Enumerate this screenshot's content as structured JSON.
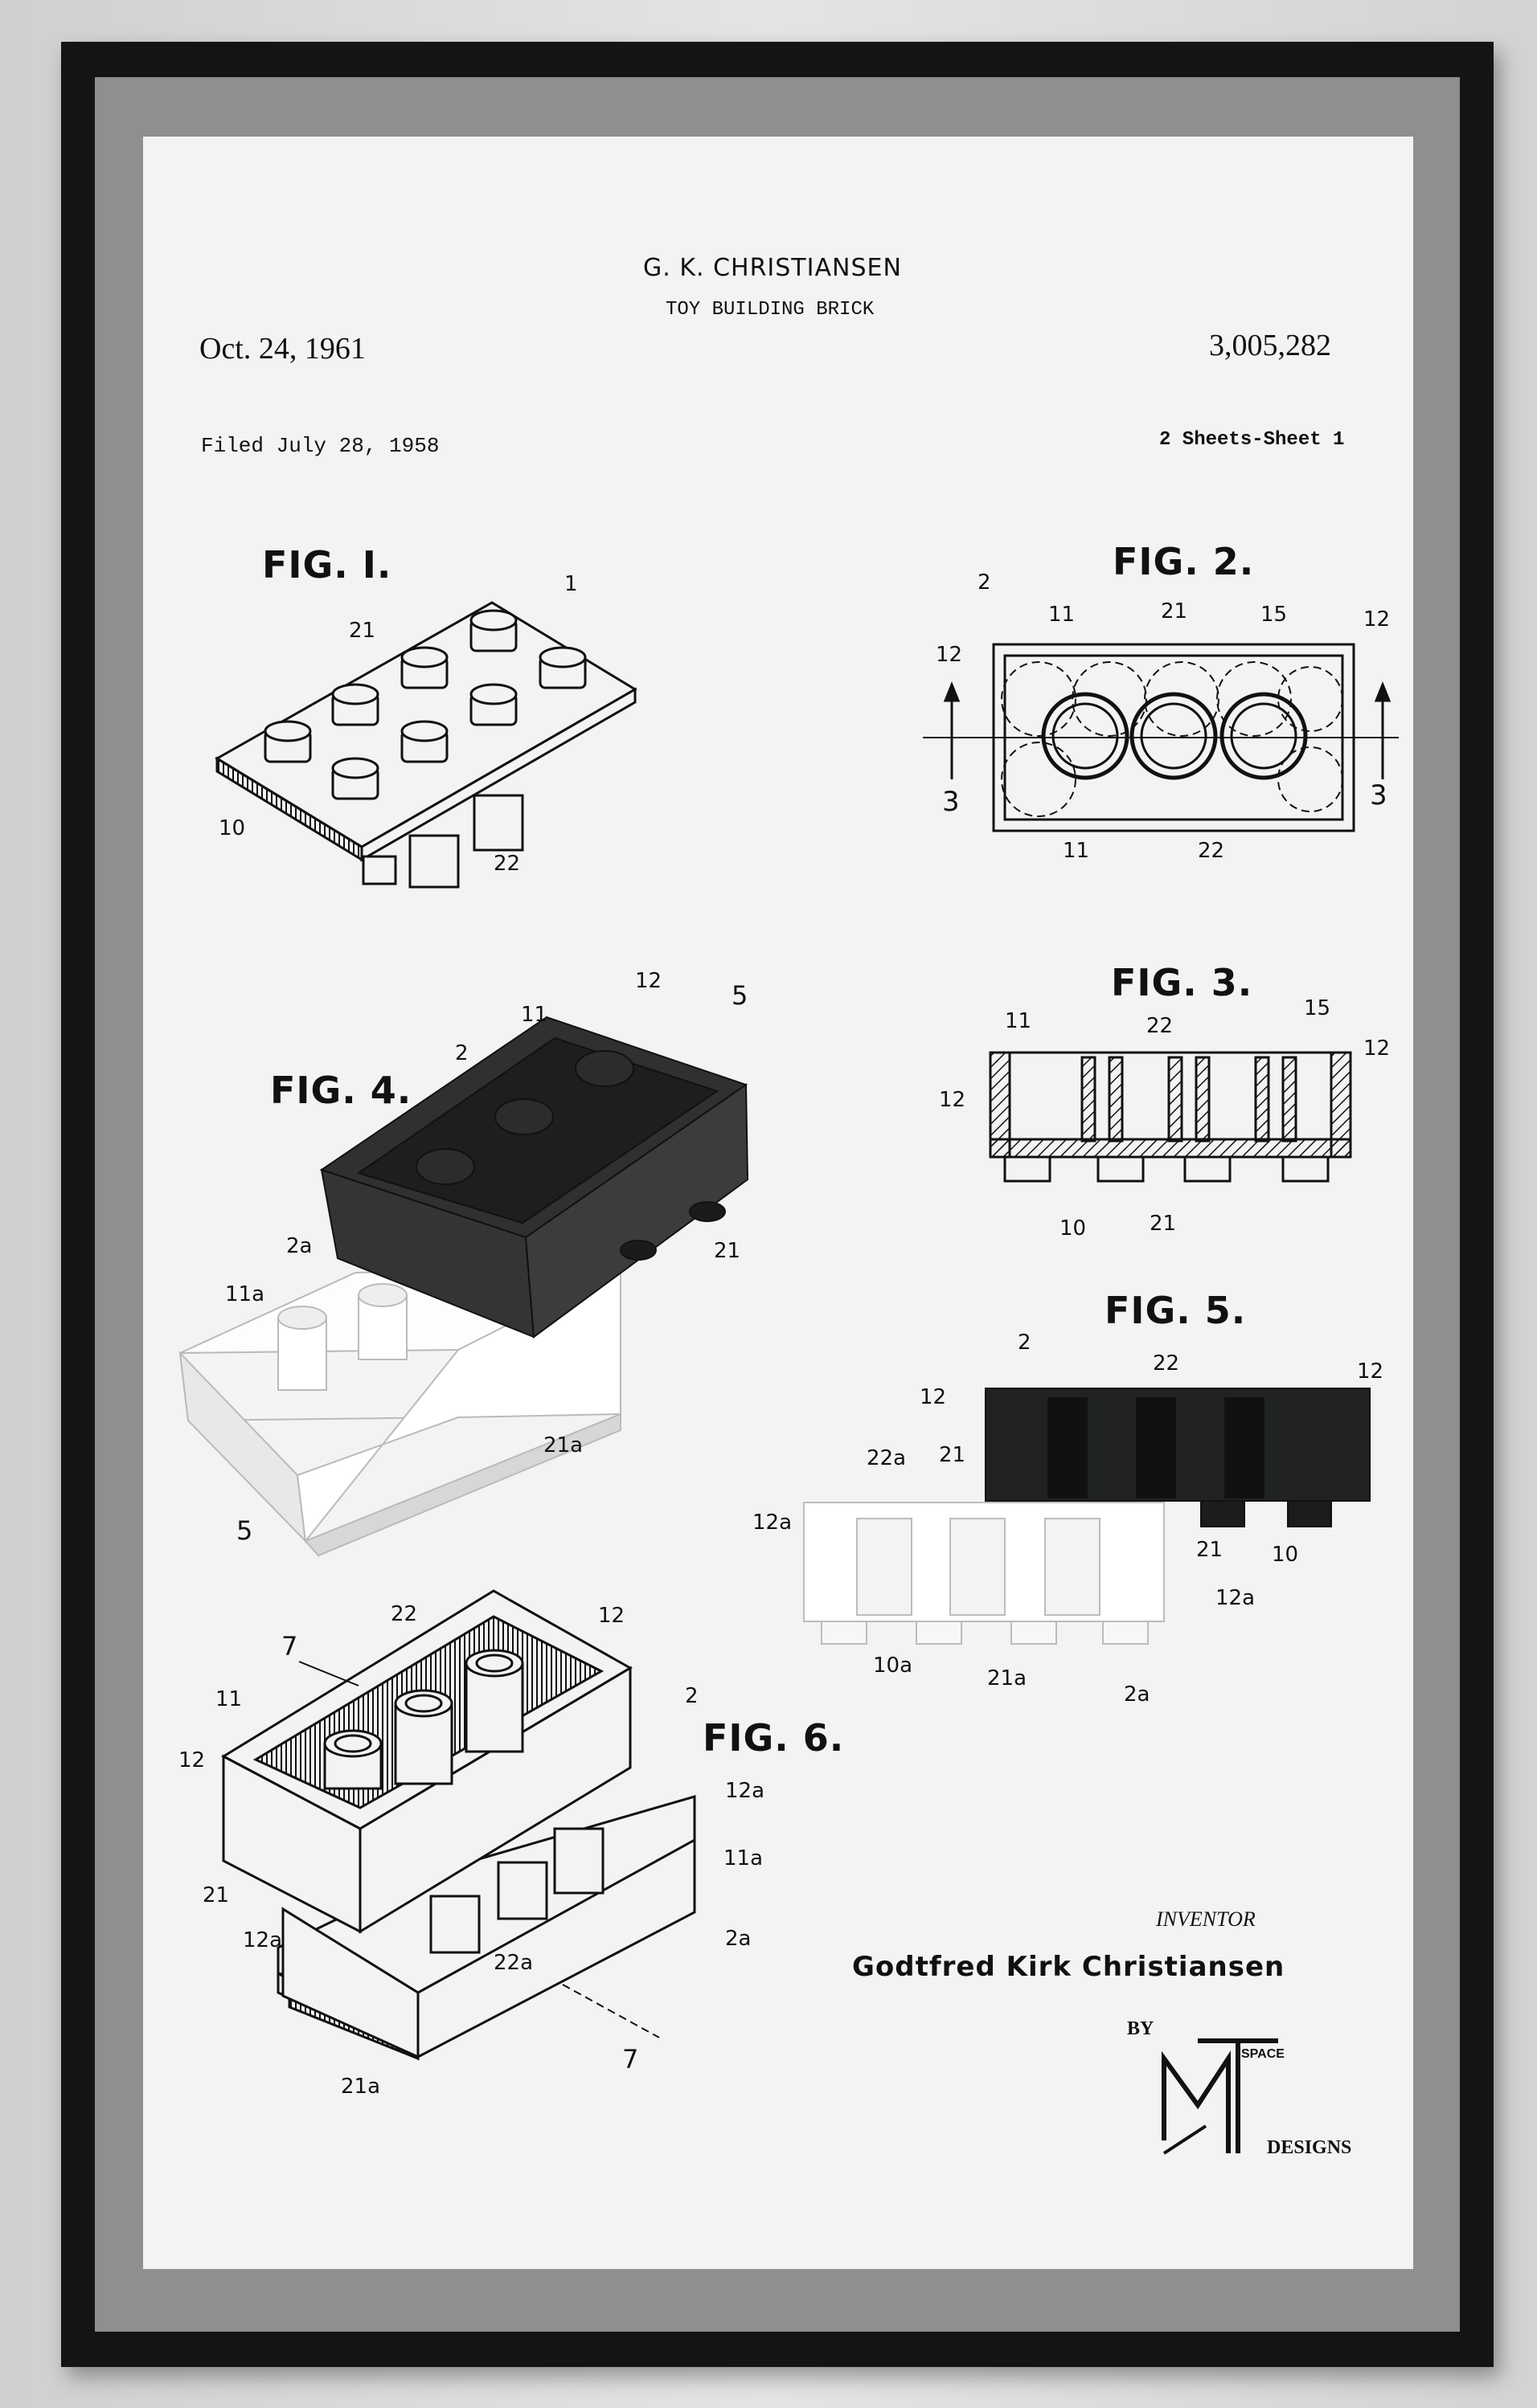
{
  "patent": {
    "inventor_header": "G. K. CHRISTIANSEN",
    "title": "TOY BUILDING BRICK",
    "date": "Oct. 24, 1961",
    "number": "3,005,282",
    "filed": "Filed July 28, 1958",
    "sheets": "2 Sheets-Sheet 1"
  },
  "figures": {
    "fig1": "FIG. I.",
    "fig2": "FIG. 2.",
    "fig3": "FIG. 3.",
    "fig4": "FIG. 4.",
    "fig5": "FIG. 5.",
    "fig6": "FIG. 6."
  },
  "refs": {
    "fig1": [
      "1",
      "21",
      "10",
      "22"
    ],
    "fig2": [
      "2",
      "11",
      "21",
      "15",
      "12",
      "12",
      "3",
      "3",
      "11",
      "22"
    ],
    "fig3": [
      "11",
      "22",
      "15",
      "12",
      "12",
      "10",
      "21"
    ],
    "fig4": [
      "12",
      "5",
      "11",
      "2",
      "21",
      "2a",
      "11a",
      "21a",
      "5"
    ],
    "fig5": [
      "2",
      "22",
      "12",
      "12",
      "21",
      "22a",
      "12a",
      "21",
      "10",
      "12a",
      "10a",
      "21a",
      "2a"
    ],
    "fig6": [
      "22",
      "12",
      "7",
      "11",
      "2",
      "12",
      "12a",
      "11a",
      "21",
      "12a",
      "22a",
      "2a",
      "21a",
      "7"
    ]
  },
  "signature": {
    "role": "INVENTOR",
    "name": "Godtfred Kirk Christiansen",
    "by": "BY",
    "logo": "MT",
    "logo_small": "SPACE",
    "designs": "DESIGNS"
  },
  "colors": {
    "paper": "#f2f3f2",
    "frame": "#141414",
    "brick_black": "#2b2d2e",
    "brick_white": "#f7f7f7"
  }
}
